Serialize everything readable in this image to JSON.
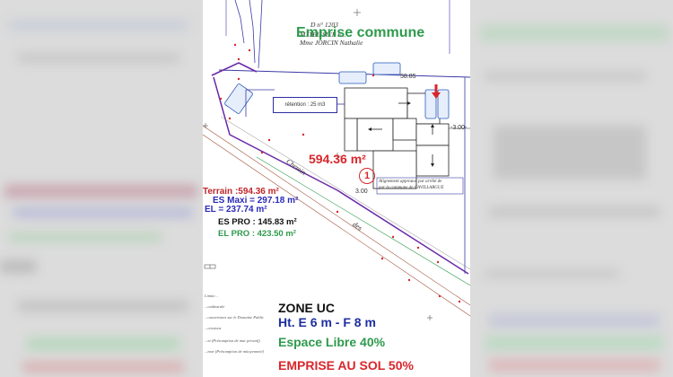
{
  "parcel": {
    "number": "D n° 1203",
    "owner1": "M. TEISSIER F...",
    "owner2": "Mme JORCIN Nathalie"
  },
  "emprise_communale": "Emprise commune",
  "dimensions": {
    "top": "58.85",
    "right": "-3.00-",
    "side": "3.00"
  },
  "retention": "rétention : 25 m3",
  "area_label": "594.36 m²",
  "lot_number": "1",
  "arrete_note": [
    "Alignement approuvé par arrêté de",
    "par la commune de CAVILLARGUE"
  ],
  "road": [
    "Chemin",
    "des"
  ],
  "stats": {
    "terrain": "Terrain :594.36 m²",
    "es_maxi": "ES Maxi = 297.18 m²",
    "el": "EL = 237.74 m²",
    "es_pro": "ES PRO : 145.83 m²",
    "el_pro": "EL PRO : 423.50 m²"
  },
  "zone": {
    "title": "ZONE  UC",
    "height": "Ht. E 6 m - F 8 m",
    "espace_libre": "Espace Libre  40%",
    "emprise_sol": "EMPRISE AU SOL  50%"
  },
  "legend": [
    "Limite...",
    "...cadastrale",
    "...ousvertures sur le Domaine Public",
    "...cessions",
    "...m (Présomption de mur privatif)",
    "...mar (Présomption de mitoyenneté)"
  ],
  "colors": {
    "red": "#d9262b",
    "green": "#2e9a4c",
    "blue": "#2a2ab8",
    "purple": "#6a2aa8"
  }
}
